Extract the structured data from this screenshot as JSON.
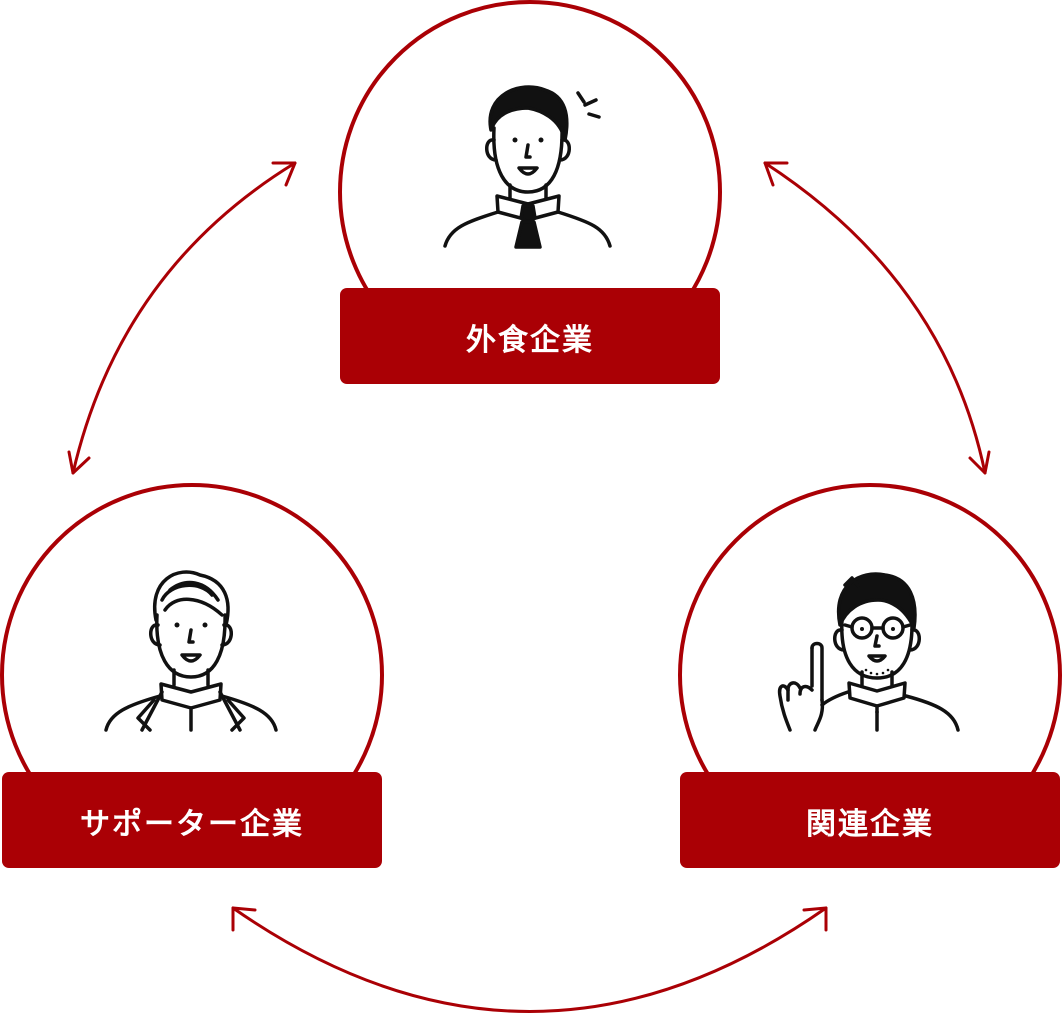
{
  "colors": {
    "accent": "#aa0005",
    "label_text": "#ffffff",
    "line_art": "#111111",
    "background": "#ffffff"
  },
  "nodes": {
    "top": {
      "label": "外食企業",
      "icon": "businessman-with-tie-icon"
    },
    "left": {
      "label": "サポーター企業",
      "icon": "businessman-in-suit-icon"
    },
    "right": {
      "label": "関連企業",
      "icon": "man-with-glasses-pointing-icon"
    }
  },
  "connections": [
    {
      "from": "top",
      "to": "left",
      "direction": "bidirectional"
    },
    {
      "from": "top",
      "to": "right",
      "direction": "bidirectional"
    },
    {
      "from": "left",
      "to": "right",
      "direction": "bidirectional"
    }
  ]
}
